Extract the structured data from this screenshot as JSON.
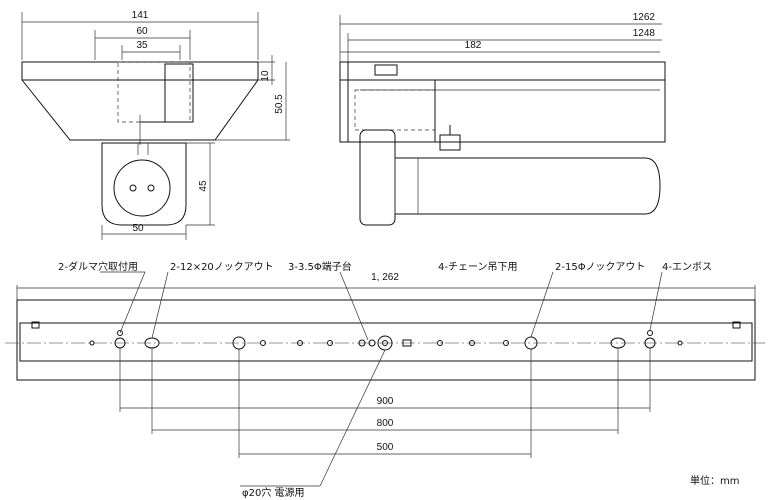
{
  "top_left_view": {
    "dim_width_total": "141",
    "dim_width_mid": "60",
    "dim_width_inner": "35",
    "dim_top_thickness": "10",
    "dim_height": "50.5",
    "dim_bracket_height": "45",
    "dim_bracket_width": "50"
  },
  "top_right_view": {
    "dim_total_length": "1262",
    "dim_inner_length": "1248",
    "dim_offset": "182"
  },
  "bottom_view": {
    "overall_length": "1, 262",
    "callouts": {
      "daruma_holes": "2-ダルマ穴取付用",
      "knockout_12x20": "2-12×20ノックアウト",
      "terminal_block": "3-3.5Φ端子台",
      "chain_hanging": "4-チェーン吊下用",
      "knockout_15": "2-15Φノックアウト",
      "emboss": "4-エンボス",
      "power_hole": "φ20穴 電源用"
    },
    "dims": {
      "d900": "900",
      "d800": "800",
      "d500": "500"
    }
  },
  "unit_label": "単位：mm"
}
